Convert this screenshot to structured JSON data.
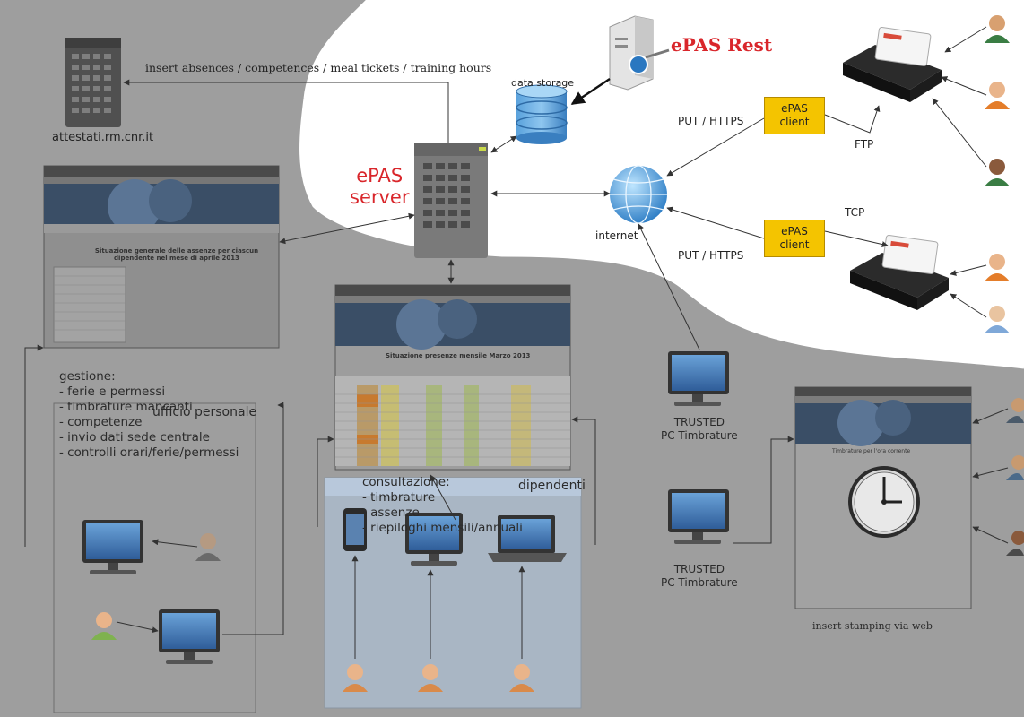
{
  "labels": {
    "insert_line": "insert absences / competences / meal tickets / training hours",
    "attestati": "attestati.rm.cnr.it",
    "data_storage": "data storage",
    "epas_rest": "ePAS Rest",
    "epas_server_1": "ePAS",
    "epas_server_2": "server",
    "put_https_top": "PUT / HTTPS",
    "put_https_bottom": "PUT / HTTPS",
    "ftp": "FTP",
    "tcp": "TCP",
    "internet": "internet",
    "trusted_top_1": "TRUSTED",
    "trusted_top_2": "PC Timbrature",
    "trusted_bottom_1": "TRUSTED",
    "trusted_bottom_2": "PC Timbrature",
    "insert_stamping": "insert stamping via web",
    "ufficio_personale": "ufficio personale",
    "dipendenti": "dipendenti"
  },
  "epas_client": {
    "line1": "ePAS",
    "line2": "client"
  },
  "gestione": {
    "title": "gestione:",
    "items": [
      "- ferie e permessi",
      "- timbrature mancanti",
      "- competenze",
      "- invio dati sede centrale",
      "- controlli orari/ferie/permessi"
    ]
  },
  "consultazione": {
    "title": "consultazione:",
    "items": [
      "- timbrature",
      "- assenze",
      "- riepiloghi mensili/annuali"
    ]
  },
  "screens": {
    "gestione_title": "Situazione generale delle assenze per ciascun dipendente nel mese di aprile 2013",
    "consultazione_title": "Situazione presenze mensile Marzo 2013",
    "stamping_title": "Timbrature per l'ora corrente"
  },
  "colors": {
    "overlay": "#9a9a9a",
    "accent_red": "#d9262b",
    "client_yellow": "#f4c400",
    "screen_blue": "#3f76b5"
  }
}
